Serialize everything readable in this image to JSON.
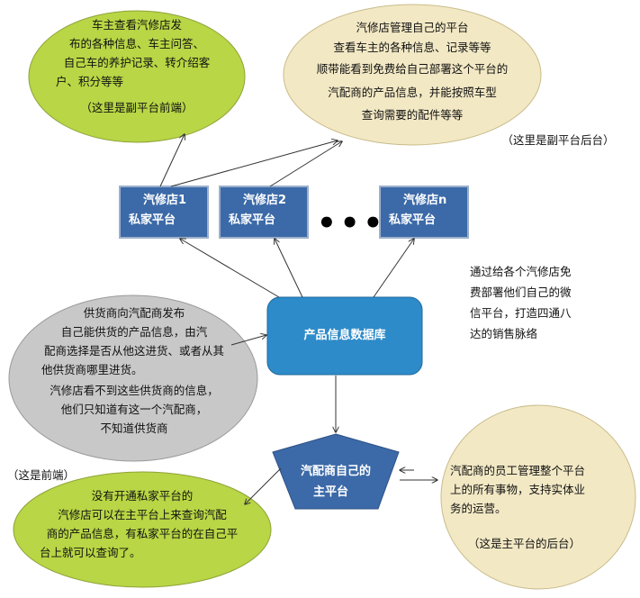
{
  "colors": {
    "green_fill": "#b8d645",
    "beige_fill": "#f2e8c4",
    "gray_fill": "#c8c8c8",
    "blue_fill": "#2e8bc9",
    "navy_fill": "#3c6aa8",
    "box_border": "#9cb0cc"
  },
  "nodes": {
    "top_left_bubble": {
      "lines": [
        "车主查看汽修店发",
        "布的各种信息、车主问答、",
        "自己车的养护记录、转介绍客",
        "户、积分等等"
      ],
      "note": "（这里是副平台前端）"
    },
    "top_right_bubble": {
      "lines": [
        "汽修店管理自己的平台",
        "查看车主的各种信息、记录等等",
        "顺带能看到免费给自己部署这个平台的",
        "汽配商的产品信息，并能按照车型",
        "查询需要的配件等等"
      ],
      "note": "（这里是副平台后台）"
    },
    "shop1": {
      "line1": "汽修店1",
      "line2": "私家平台"
    },
    "shop2": {
      "line1": "汽修店2",
      "line2": "私家平台"
    },
    "shopn": {
      "line1": "汽修店n",
      "line2": "私家平台"
    },
    "ellipsis": "•••",
    "side_note": {
      "lines": [
        "通过给各个汽修店免",
        "费部署他们自己的微",
        "信平台，打造四通八",
        "达的销售脉络"
      ]
    },
    "product_db": {
      "label": "产品信息数据库"
    },
    "gray_bubble": {
      "lines": [
        "供货商向汽配商发布",
        "自己能供货的产品信息，由汽",
        "配商选择是否从他这进货、或者从其",
        "他供货商哪里进货。",
        "汽修店看不到这些供货商的信息，",
        "他们只知道有这一个汽配商，",
        "不知道供货商"
      ]
    },
    "front_label": "（这是前端）",
    "main_platform": {
      "line1": "汽配商自己的",
      "line2": "主平台"
    },
    "bottom_left_bubble": {
      "lines": [
        "没有开通私家平台的",
        "汽修店可以在主平台上来查询汽配",
        "商的产品信息，有私家平台的在自己平",
        "台上就可以查询了。"
      ]
    },
    "bottom_right_bubble": {
      "lines": [
        "汽配商的员工管理整个平台",
        "上的所有事物，支持实体业",
        "务的运营。"
      ],
      "note": "（这是主平台的后台）"
    }
  }
}
